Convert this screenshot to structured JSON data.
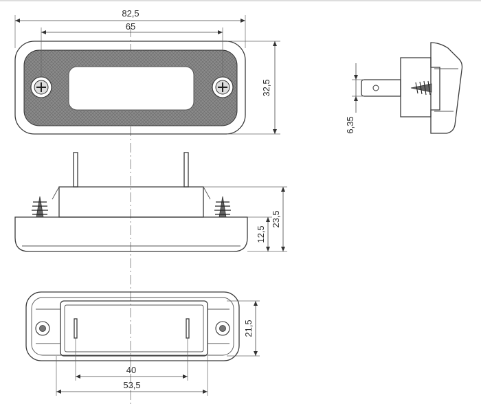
{
  "dimensions": {
    "overall_length": "82,5",
    "lens_length": "65",
    "height": "32,5",
    "terminal_width": "6,35",
    "base_height": "12,5",
    "total_depth": "23,5",
    "housing_width": "21,5",
    "pin_spacing": "40",
    "housing_length": "53,5"
  }
}
